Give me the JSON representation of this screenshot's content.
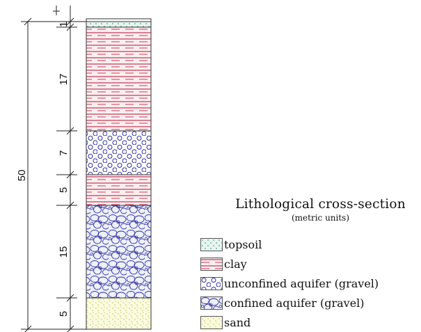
{
  "dimensions": {
    "total": "50",
    "parts": [
      "1",
      "17",
      "7",
      "5",
      "15",
      "5"
    ]
  },
  "title": {
    "main": "Lithological cross-section",
    "sub": "(metric units)"
  },
  "legend": [
    {
      "label": "topsoil",
      "pattern": "topsoil",
      "color": "#2a8a74"
    },
    {
      "label": "clay",
      "pattern": "clay",
      "color": "#c0405a"
    },
    {
      "label": "unconfined aquifer (gravel)",
      "pattern": "unconfined",
      "color": "#2b2d9a"
    },
    {
      "label": "confined aquifer (gravel)",
      "pattern": "confined",
      "color": "#2b2d9a"
    },
    {
      "label": "sand",
      "pattern": "sand",
      "color": "#b8b84a"
    }
  ],
  "layers": [
    {
      "name": "topsoil",
      "thickness": 1
    },
    {
      "name": "clay",
      "thickness": 17
    },
    {
      "name": "unconfined aquifer (gravel)",
      "thickness": 7
    },
    {
      "name": "clay",
      "thickness": 5
    },
    {
      "name": "confined aquifer (gravel)",
      "thickness": 15
    },
    {
      "name": "sand",
      "thickness": 5
    }
  ]
}
